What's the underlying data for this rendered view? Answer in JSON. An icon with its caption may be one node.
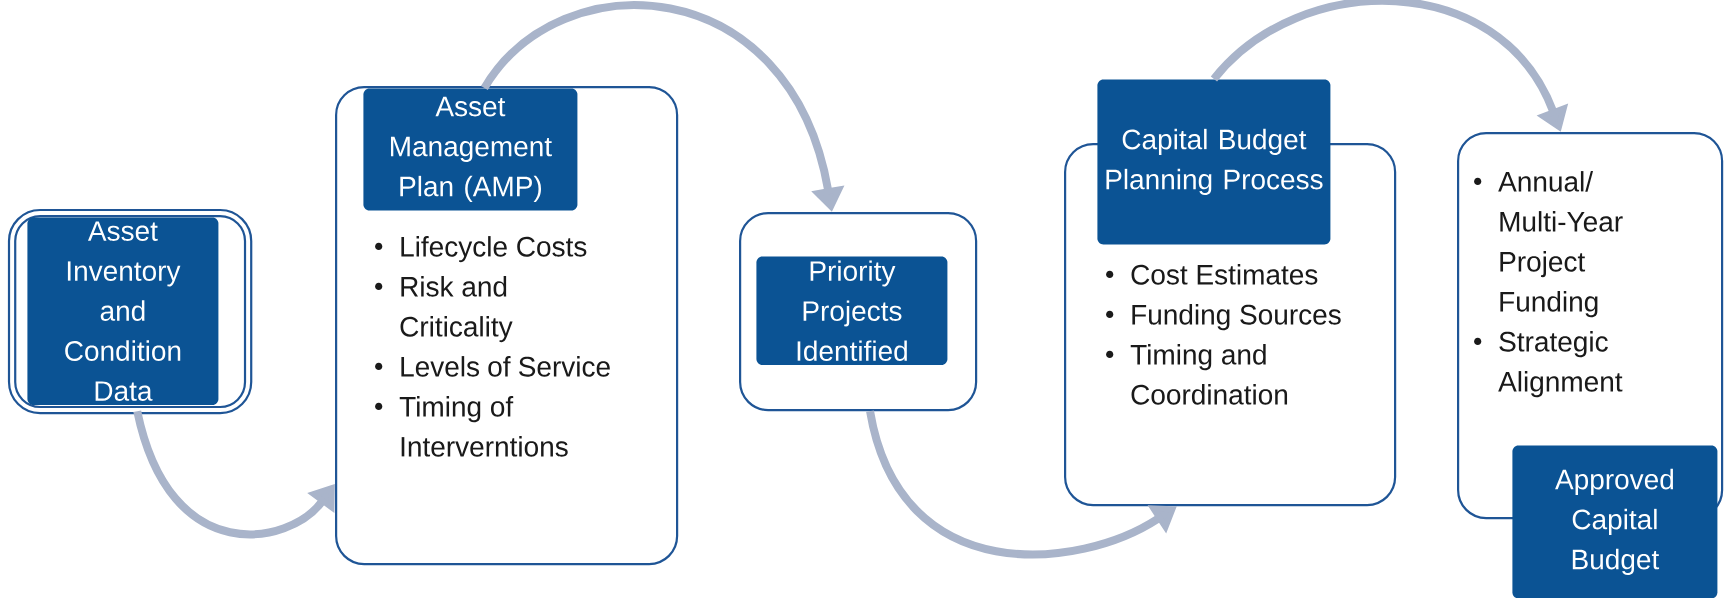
{
  "diagram": {
    "nodes": [
      {
        "text": [],
        "shape": "box"
      },
      {
        "text": [
          "Asset Inventory and Condition Data"
        ],
        "in": 0
      },
      {
        "text": [
          "Lifecycle Costs",
          "Risk and Criticality",
          "Levels of Service",
          "Timing of Interverntions"
        ]
      },
      {
        "text": [
          "Asset Management Plan (AMP)"
        ],
        "in": 2
      },
      {
        "text": [],
        "shape": "box"
      },
      {
        "text": [
          "Priority Projects Identified"
        ],
        "in": 4
      },
      {
        "text": [
          "Cost Estimates",
          "Funding Sources",
          "Timing and Coordination"
        ]
      },
      {
        "text": [
          "Capital Budget Planning Process"
        ]
      },
      {
        "text": [
          "Annual/ Multi-Year Project Funding",
          "Strategic Alignment"
        ]
      },
      {
        "text": [
          "Approved Capital Budget"
        ]
      }
    ],
    "edges": [
      {
        "from": 0,
        "to": 2,
        "arrow": "to"
      },
      {
        "from": 3,
        "to": 4,
        "arrow": "to"
      },
      {
        "from": 4,
        "to": 6,
        "arrow": "to"
      },
      {
        "from": 7,
        "to": 8,
        "arrow": "to"
      }
    ]
  }
}
